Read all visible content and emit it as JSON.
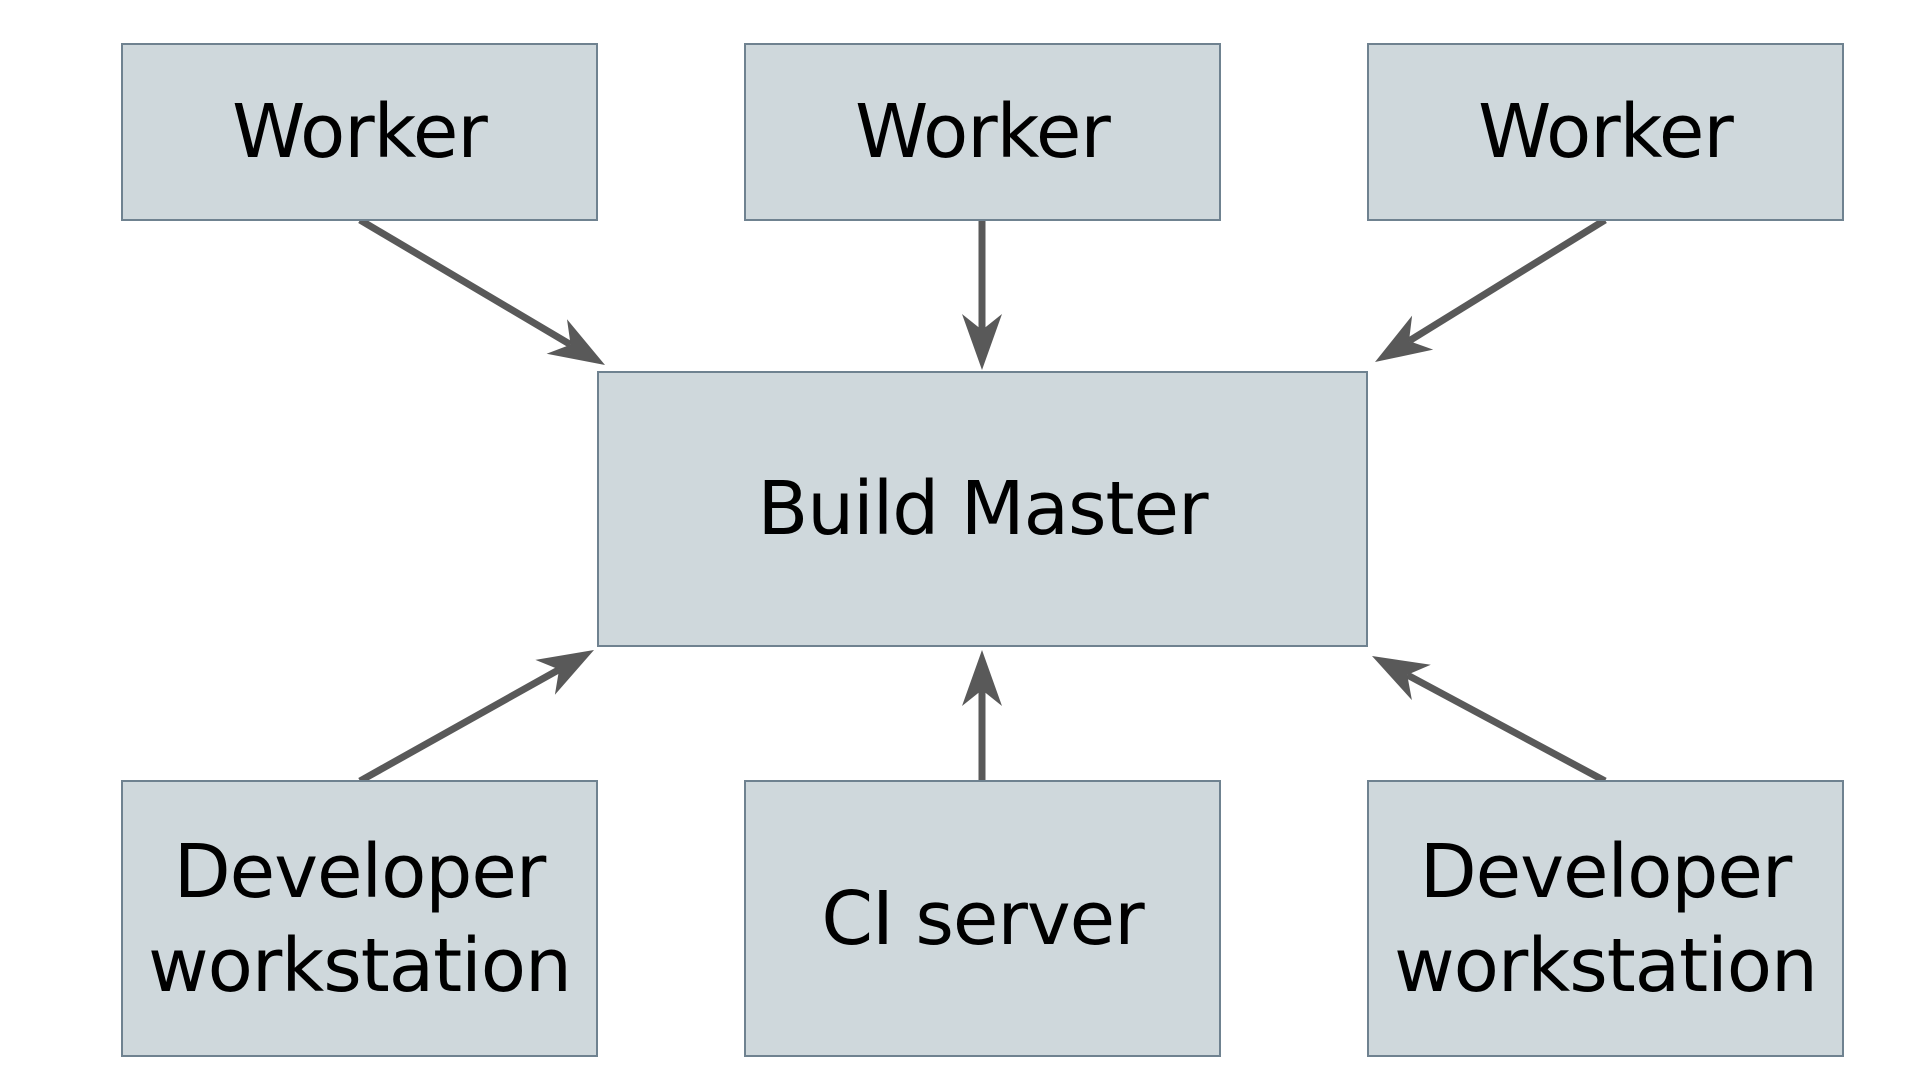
{
  "diagram": {
    "nodes": {
      "worker_1": {
        "label": "Worker"
      },
      "worker_2": {
        "label": "Worker"
      },
      "worker_3": {
        "label": "Worker"
      },
      "build_master": {
        "label": "Build Master"
      },
      "developer_1": {
        "line1": "Developer",
        "line2": "workstation"
      },
      "ci_server": {
        "label": "CI server"
      },
      "developer_2": {
        "line1": "Developer",
        "line2": "workstation"
      }
    },
    "edges": [
      {
        "from": "worker_1",
        "to": "build_master"
      },
      {
        "from": "worker_2",
        "to": "build_master"
      },
      {
        "from": "worker_3",
        "to": "build_master"
      },
      {
        "from": "developer_1",
        "to": "build_master"
      },
      {
        "from": "ci_server",
        "to": "build_master"
      },
      {
        "from": "developer_2",
        "to": "build_master"
      }
    ],
    "colors": {
      "node_fill": "#cfd8dc",
      "node_border": "#6f8290",
      "arrow": "#595959",
      "text": "#000000"
    }
  }
}
